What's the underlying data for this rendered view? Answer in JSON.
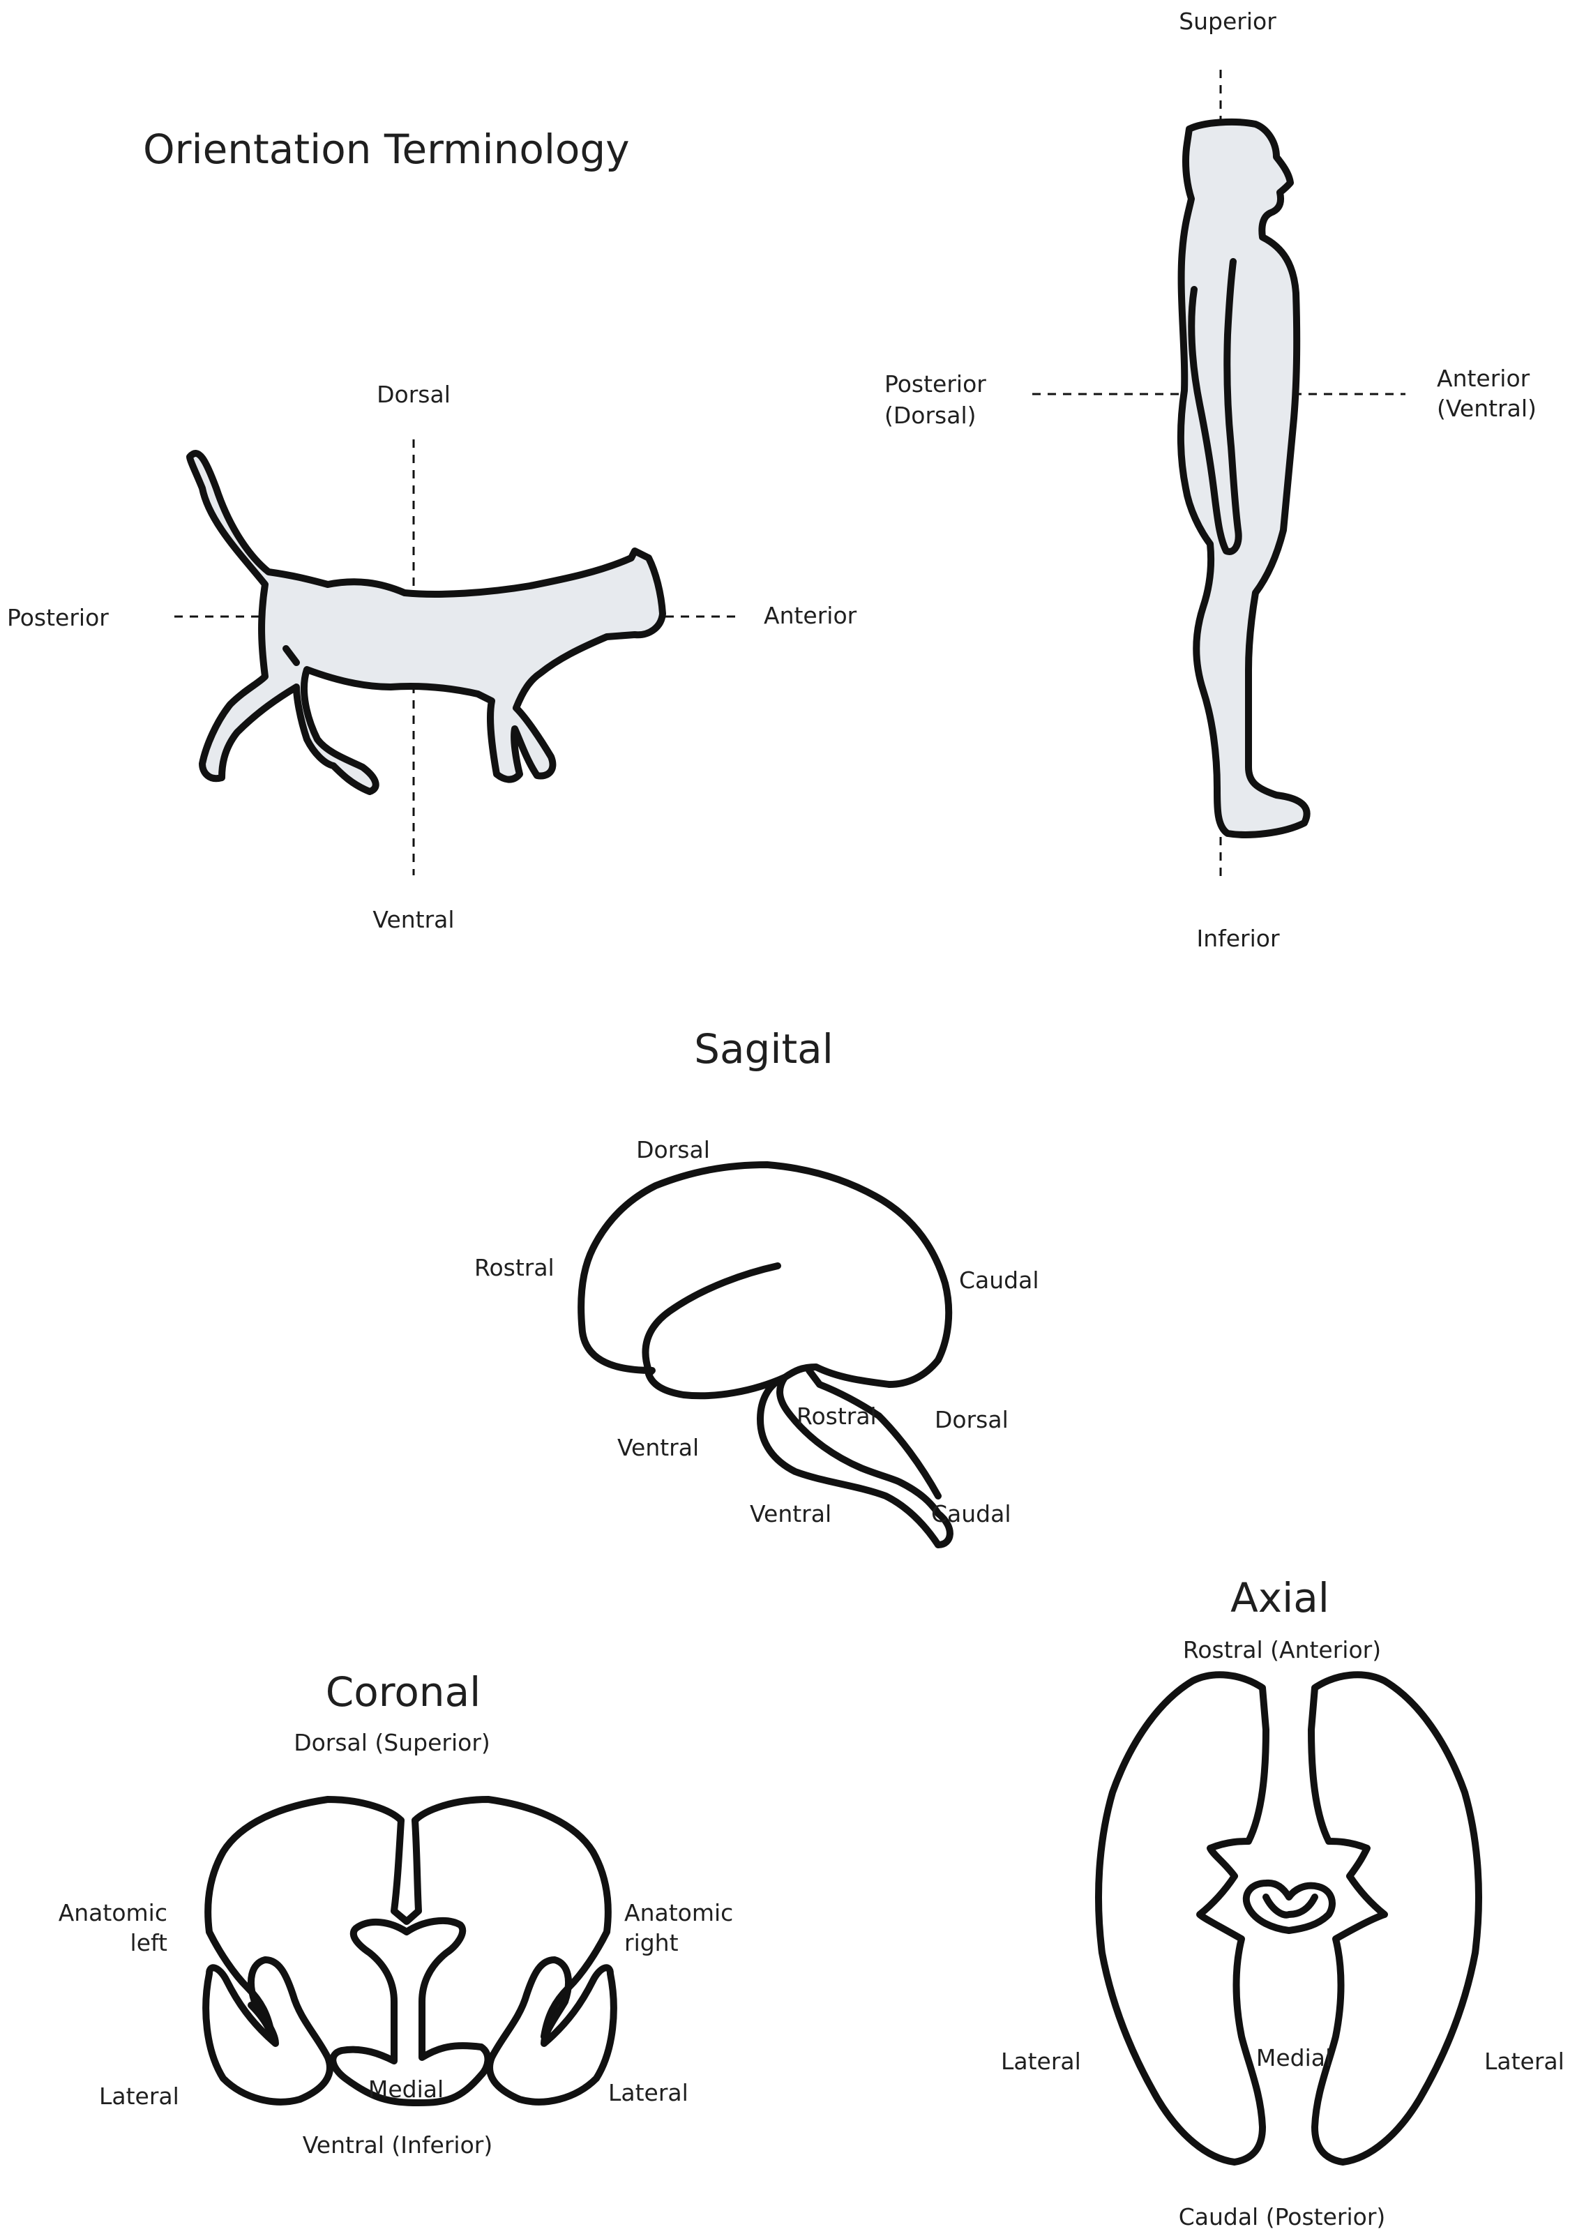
{
  "title": "Orientation Terminology",
  "colors": {
    "stroke": "#111111",
    "fill": "#e7eaee",
    "text": "#1f1f1f",
    "background": "#ffffff"
  },
  "cat": {
    "dorsal": "Dorsal",
    "ventral": "Ventral",
    "posterior": "Posterior",
    "anterior": "Anterior"
  },
  "human": {
    "superior": "Superior",
    "inferior": "Inferior",
    "posterior": "Posterior",
    "posterior_sub": "(Dorsal)",
    "anterior": "Anterior",
    "anterior_sub": "(Ventral)"
  },
  "sagital": {
    "title": "Sagital",
    "dorsal": "Dorsal",
    "rostral": "Rostral",
    "caudal": "Caudal",
    "ventral": "Ventral",
    "stem_rostral": "Rostral",
    "stem_dorsal": "Dorsal",
    "stem_ventral": "Ventral",
    "stem_caudal": "Caudal"
  },
  "coronal": {
    "title": "Coronal",
    "dorsal": "Dorsal (Superior)",
    "ventral": "Ventral (Inferior)",
    "left_1": "Anatomic",
    "left_2": "left",
    "right_1": "Anatomic",
    "right_2": "right",
    "lateral_left": "Lateral",
    "lateral_right": "Lateral",
    "medial": "Medial"
  },
  "axial": {
    "title": "Axial",
    "rostral": "Rostral (Anterior)",
    "caudal": "Caudal (Posterior)",
    "lateral_left": "Lateral",
    "lateral_right": "Lateral",
    "medial": "Medial"
  }
}
